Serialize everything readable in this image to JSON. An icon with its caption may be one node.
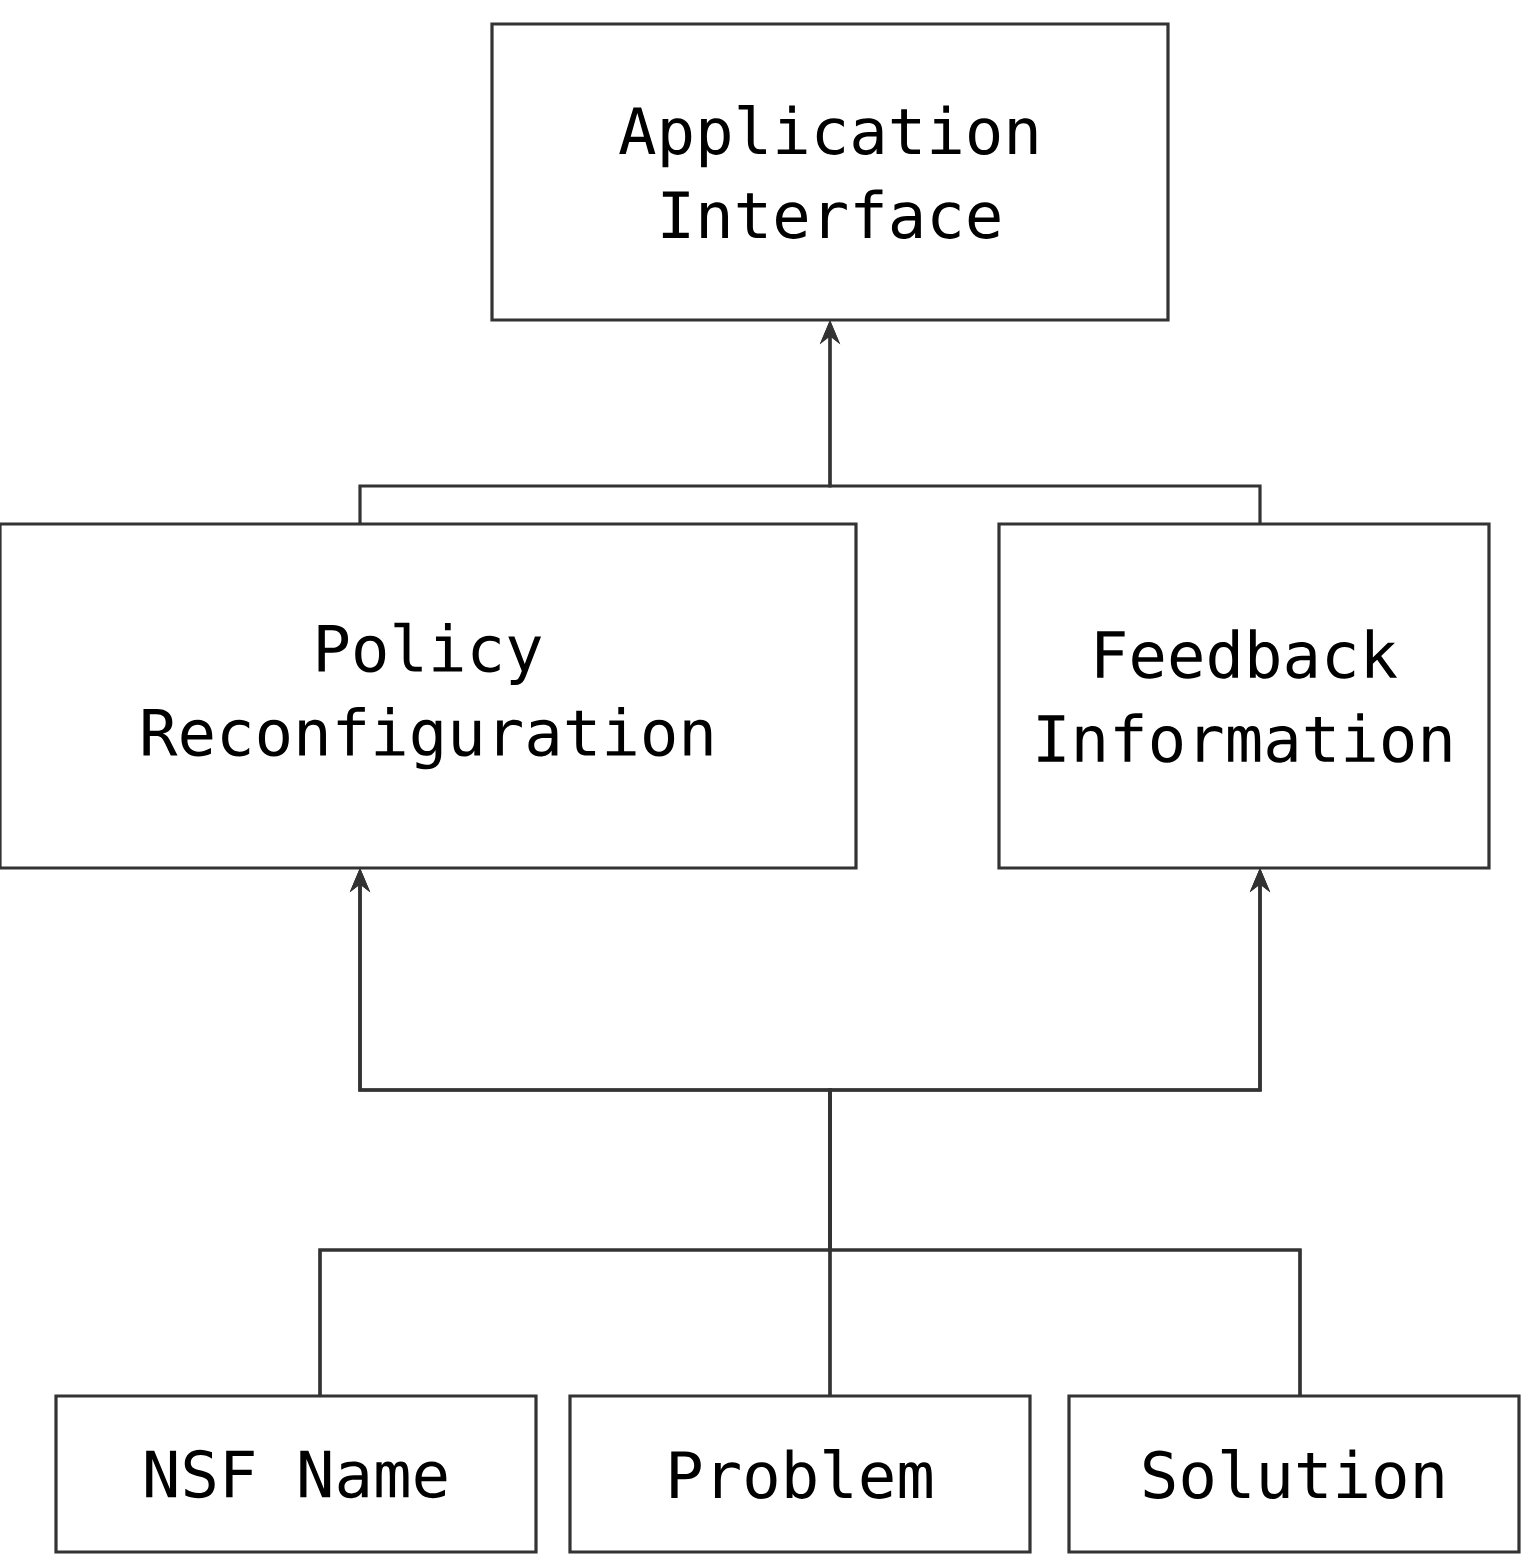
{
  "diagram": {
    "nodes": [
      {
        "text": [
          "Application Interface"
        ]
      },
      {
        "text": [
          "Policy Reconfiguration"
        ]
      },
      {
        "text": [
          "Feedback Information"
        ]
      },
      {
        "text": [
          "NSF Name"
        ]
      },
      {
        "text": [
          "Problem"
        ]
      },
      {
        "text": [
          "Solution"
        ]
      }
    ],
    "edges": [
      {
        "from": 1,
        "to": 0,
        "arrow": "to"
      },
      {
        "from": 2,
        "to": 0,
        "arrow": "to"
      },
      {
        "from": 3,
        "to": 1,
        "arrow": "to"
      },
      {
        "from": 3,
        "to": 2,
        "arrow": "to"
      },
      {
        "from": 4,
        "to": 1,
        "arrow": "to"
      },
      {
        "from": 4,
        "to": 2,
        "arrow": "to"
      },
      {
        "from": 5,
        "to": 1,
        "arrow": "to"
      },
      {
        "from": 5,
        "to": 2,
        "arrow": "to"
      }
    ]
  }
}
